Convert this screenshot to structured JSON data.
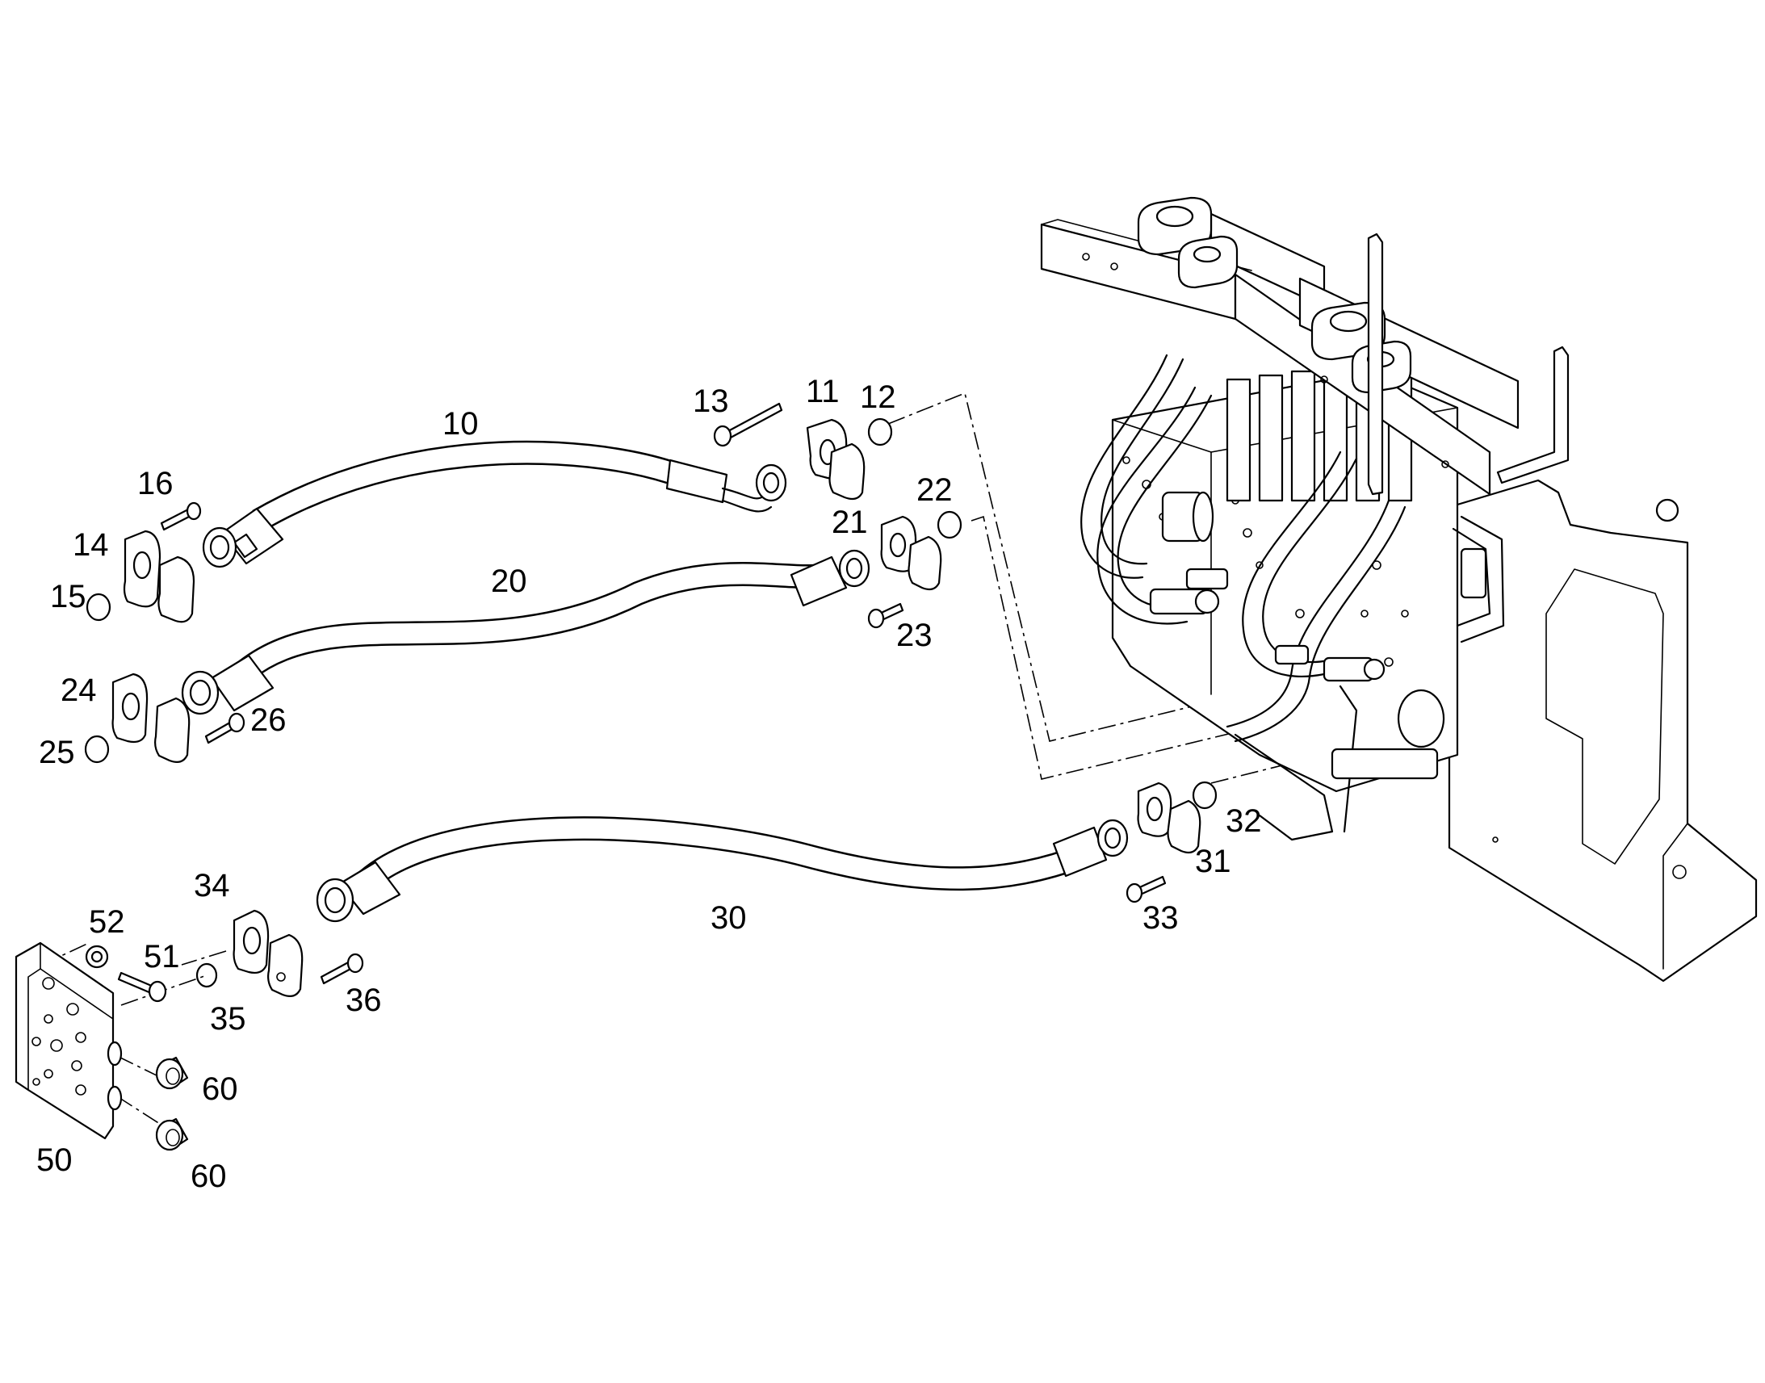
{
  "callouts": [
    {
      "id": "c10",
      "text": "10"
    },
    {
      "id": "c11",
      "text": "11"
    },
    {
      "id": "c12",
      "text": "12"
    },
    {
      "id": "c13",
      "text": "13"
    },
    {
      "id": "c14",
      "text": "14"
    },
    {
      "id": "c15",
      "text": "15"
    },
    {
      "id": "c16",
      "text": "16"
    },
    {
      "id": "c20",
      "text": "20"
    },
    {
      "id": "c21",
      "text": "21"
    },
    {
      "id": "c22",
      "text": "22"
    },
    {
      "id": "c23",
      "text": "23"
    },
    {
      "id": "c24",
      "text": "24"
    },
    {
      "id": "c25",
      "text": "25"
    },
    {
      "id": "c26",
      "text": "26"
    },
    {
      "id": "c30",
      "text": "30"
    },
    {
      "id": "c31",
      "text": "31"
    },
    {
      "id": "c32",
      "text": "32"
    },
    {
      "id": "c33",
      "text": "33"
    },
    {
      "id": "c34",
      "text": "34"
    },
    {
      "id": "c35",
      "text": "35"
    },
    {
      "id": "c36",
      "text": "36"
    },
    {
      "id": "c50",
      "text": "50"
    },
    {
      "id": "c51",
      "text": "51"
    },
    {
      "id": "c52",
      "text": "52"
    },
    {
      "id": "c60a",
      "text": "60"
    },
    {
      "id": "c60b",
      "text": "60"
    }
  ]
}
